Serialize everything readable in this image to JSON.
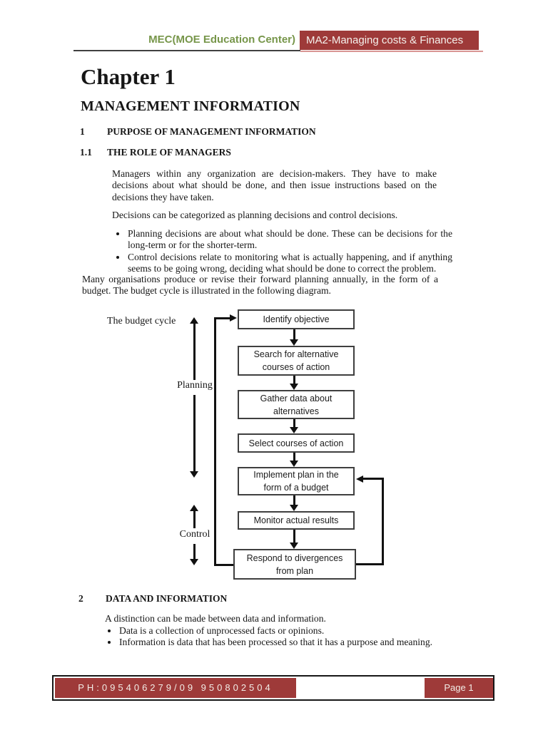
{
  "header": {
    "center_label": "MEC(MOE Education Center)",
    "badge_label": "MA2-Managing costs & Finances"
  },
  "content": {
    "chapter_title": "Chapter 1",
    "doc_title": "MANAGEMENT INFORMATION",
    "headings": {
      "s1_num": "1",
      "s1_title": "PURPOSE OF MANAGEMENT INFORMATION",
      "s11_num": "1.1",
      "s11_title": "THE ROLE OF MANAGERS",
      "s2_num": "2",
      "s2_title": "DATA AND INFORMATION"
    },
    "paragraphs": {
      "managers": "Managers within any organization are decision-makers. They have to make decisions about what should be done, and then issue instructions based on the decisions they have taken.",
      "decisions": "Decisions can be categorized as planning decisions and control decisions.",
      "many_orgs": "Many organisations produce or revise their forward planning annually, in the form of a budget. The budget cycle is illustrated in the following diagram.",
      "distinction": "A distinction can be made between data and information."
    },
    "bullets_role": [
      "Planning decisions are about what should be done. These can be decisions for the long-term or for the shorter-term.",
      "Control decisions relate to monitoring what is actually happening, and if anything seems to be going wrong, deciding what should be done to correct the problem."
    ],
    "bullets_data": [
      "Data is a collection of unprocessed facts or opinions.",
      "Information is data that has been processed so that it has a purpose and meaning."
    ]
  },
  "diagram": {
    "caption": "The budget cycle",
    "labels": {
      "planning": "Planning",
      "control": "Control"
    },
    "boxes": [
      "Identify objective",
      "Search for alternative courses of action",
      "Gather data about alternatives",
      "Select courses of action",
      "Implement plan in the form of a budget",
      "Monitor actual results",
      "Respond to divergences from plan"
    ]
  },
  "footer": {
    "phone": "PH:095406279/09 950802504",
    "page_label": "Page 1"
  },
  "colors": {
    "accent_green": "#77964a",
    "accent_red": "#9e3a39",
    "rule_red": "#d99694"
  }
}
